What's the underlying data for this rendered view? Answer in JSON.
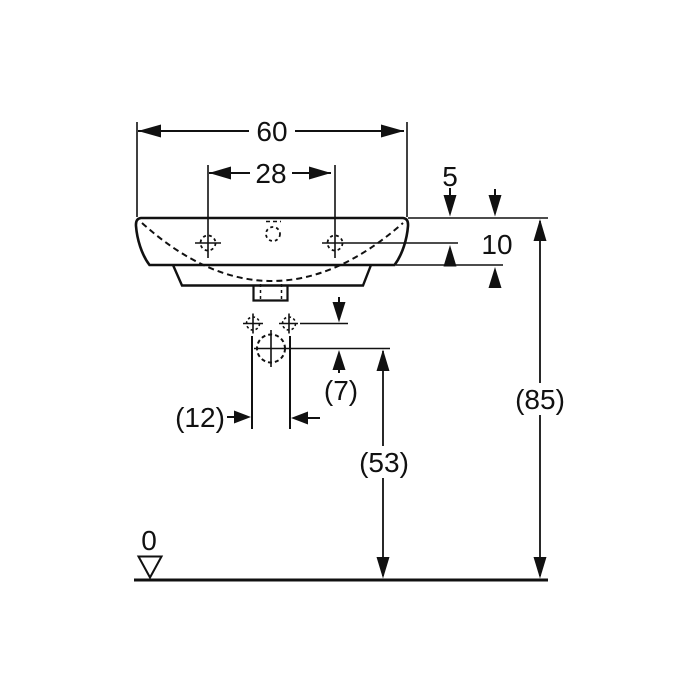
{
  "figure": {
    "kind": "technical-dimension-drawing",
    "subject": "wall-hung washbasin, front view with installation dimensions",
    "background_color": "#ffffff",
    "line_color": "#111111"
  },
  "labels": {
    "overall_width": "60",
    "tap_hole_spacing": "28",
    "rim_to_tap_holes": "5",
    "rim_to_front_edge": "10",
    "fixing_to_outlet": "(7)",
    "outlet_pipe_width": "(12)",
    "outlet_height": "(53)",
    "rim_height": "(85)",
    "floor_datum": "0"
  }
}
